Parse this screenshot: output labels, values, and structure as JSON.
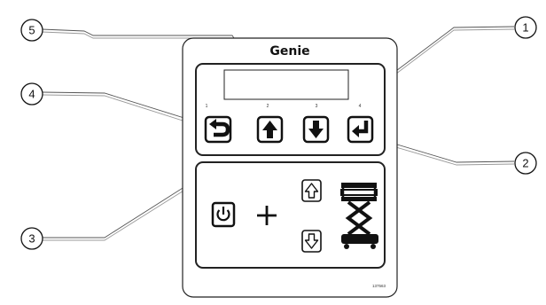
{
  "panel": {
    "brand": "Genie",
    "part_number": "137563",
    "button_numbers": [
      "1",
      "2",
      "3",
      "4"
    ]
  },
  "callouts": [
    "1",
    "2",
    "3",
    "4",
    "5"
  ],
  "icons": {
    "top_row": [
      "back-arrow-icon",
      "up-arrow-icon",
      "down-arrow-icon",
      "enter-icon"
    ],
    "bottom": [
      "power-icon",
      "plus-icon",
      "up-outline-arrow-icon",
      "down-outline-arrow-icon",
      "scissor-lift-icon"
    ]
  },
  "colors": {
    "ink": "#111111",
    "panel_fill": "#ffffff",
    "leader": "#555555"
  }
}
